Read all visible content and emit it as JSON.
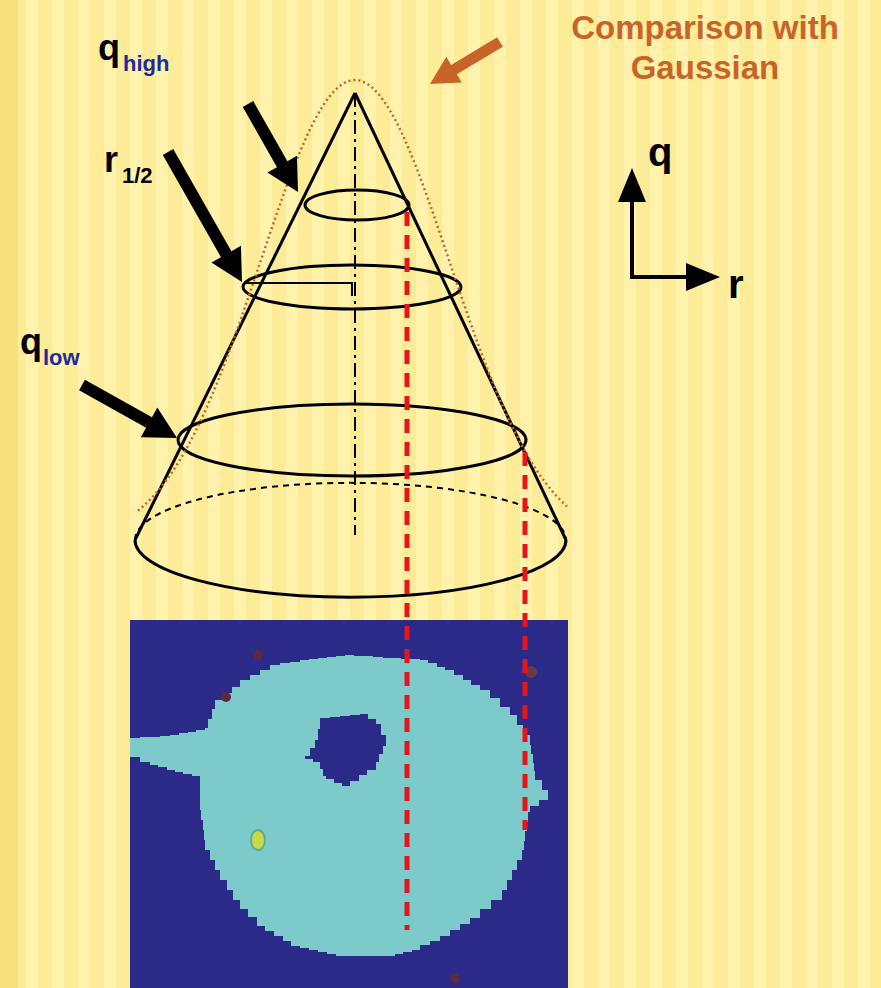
{
  "diagram": {
    "labels": [
      "q",
      "high",
      "r",
      "1/2",
      "q",
      "low",
      "Comparison with Gaussian",
      "q",
      "r"
    ]
  }
}
